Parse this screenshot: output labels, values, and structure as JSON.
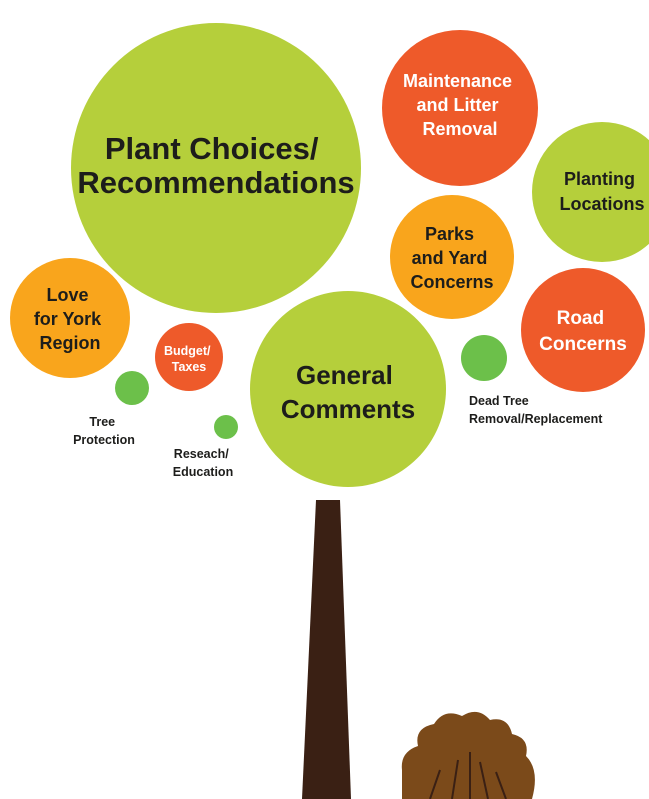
{
  "colors": {
    "lime": "#b5cf3b",
    "orange_red": "#ee5a2a",
    "amber": "#f9a51c",
    "green": "#6cc04a",
    "trunk": "#3a2014",
    "stump": "#7b4a1a",
    "dark_text": "#1d1d1b",
    "light_text": "#ffffff"
  },
  "bubbles": {
    "plant_choices": {
      "label": "Plant Choices/ Recommendations",
      "color": "lime",
      "lines": [
        "Plant Choices/",
        "Recommendations"
      ]
    },
    "maintenance": {
      "label": "Maintenance and Litter Removal",
      "color": "orange_red",
      "lines": [
        "Maintenance",
        "and Litter",
        "Removal"
      ]
    },
    "planting_locations": {
      "label": "Planting Locations",
      "color": "lime",
      "lines": [
        "Planting",
        "Locations"
      ]
    },
    "parks_yard": {
      "label": "Parks and Yard Concerns",
      "color": "amber",
      "lines": [
        "Parks",
        "and Yard",
        "Concerns"
      ]
    },
    "road": {
      "label": "Road Concerns",
      "color": "orange_red",
      "lines": [
        "Road",
        "Concerns"
      ]
    },
    "love_york": {
      "label": "Love for York Region",
      "color": "amber",
      "lines": [
        "Love",
        "for York",
        "Region"
      ]
    },
    "budget": {
      "label": "Budget/ Taxes",
      "color": "orange_red",
      "lines": [
        "Budget/",
        "Taxes"
      ]
    },
    "general": {
      "label": "General Comments",
      "color": "lime",
      "lines": [
        "General",
        "Comments"
      ]
    },
    "tree_protection": {
      "label": "Tree Protection",
      "color": "green",
      "lines": [
        "Tree",
        "Protection"
      ]
    },
    "reseach": {
      "label": "Reseach/ Education",
      "color": "green",
      "lines": [
        "Reseach/",
        "Education"
      ]
    },
    "dead_tree": {
      "label": "Dead Tree Removal/Replacement",
      "color": "green",
      "lines": [
        "Dead Tree",
        "Removal/Replacement"
      ]
    }
  }
}
